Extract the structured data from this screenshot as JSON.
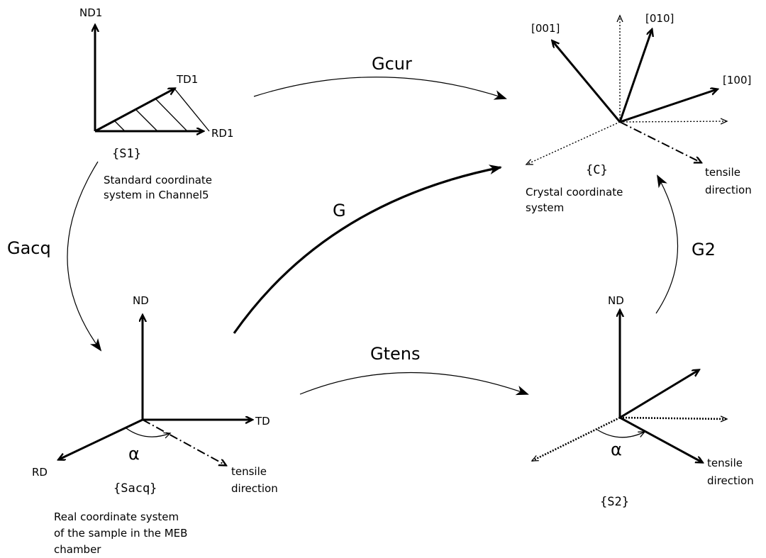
{
  "s1": {
    "axes": [
      "ND1",
      "TD1",
      "RD1"
    ],
    "name": "{S1}",
    "caption": [
      "Standard coordinate",
      "system in Channel5"
    ]
  },
  "c": {
    "axes": [
      "[001]",
      "[010]",
      "[100]"
    ],
    "name": "{C}",
    "caption": [
      "Crystal coordinate",
      "system"
    ],
    "tensile": [
      "tensile",
      "direction"
    ]
  },
  "sacq": {
    "axes": [
      "ND",
      "TD",
      "RD"
    ],
    "angle": "α",
    "name": "{Sacq}",
    "tensile": [
      "tensile",
      "direction"
    ],
    "caption": [
      "Real coordinate system",
      "of the sample in the MEB",
      "chamber"
    ]
  },
  "s2": {
    "axes": [
      "ND"
    ],
    "angle": "α",
    "name": "{S2}",
    "tensile": [
      "tensile",
      "direction"
    ]
  },
  "transforms": {
    "gcur": "Gcur",
    "gacq": "Gacq",
    "g": "G",
    "g2": "G2",
    "gtens": "Gtens"
  }
}
